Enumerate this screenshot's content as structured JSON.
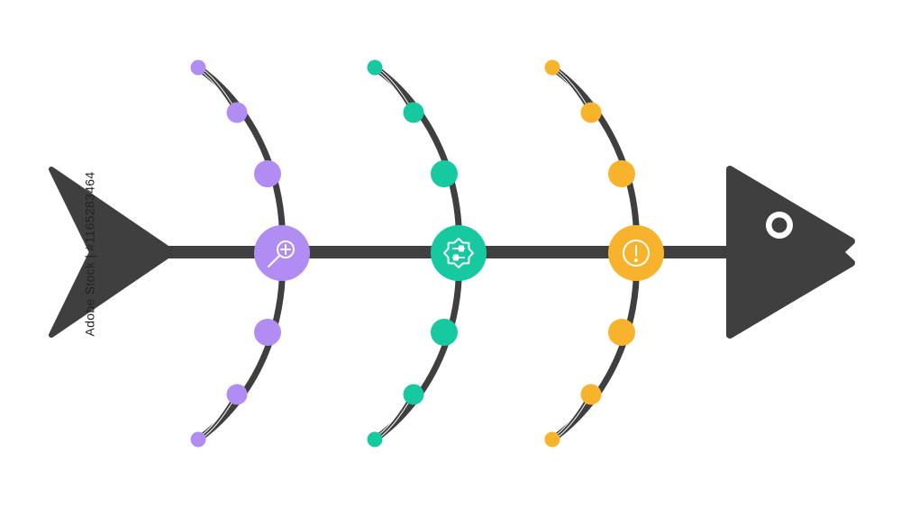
{
  "colors": {
    "background": "#ffffff",
    "skeleton": "#3f3f3f",
    "purple": "#b18cf2",
    "teal": "#16c9a1",
    "orange": "#f7b32b",
    "white": "#ffffff"
  },
  "bones": [
    {
      "color_key": "purple",
      "icon": "magnifier-plus-icon"
    },
    {
      "color_key": "teal",
      "icon": "gear-sliders-icon"
    },
    {
      "color_key": "orange",
      "icon": "exclamation-icon"
    }
  ],
  "stock_id": "Adobe Stock | #1165283464"
}
